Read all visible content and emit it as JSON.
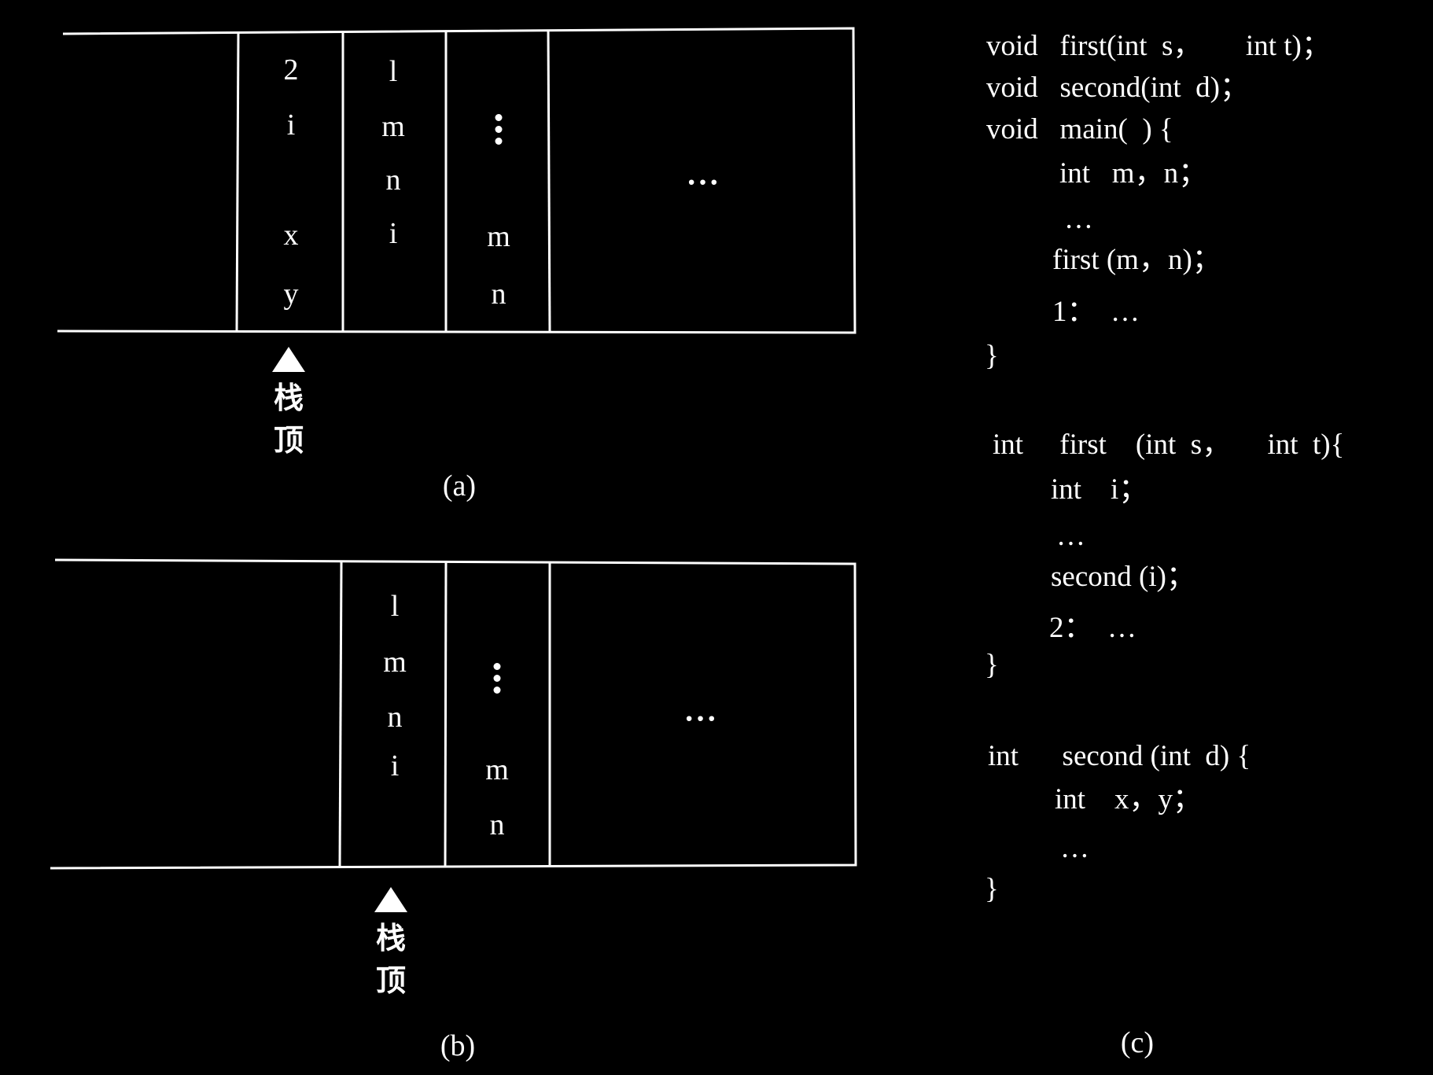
{
  "diagram_a": {
    "columns": [
      [
        "2",
        "i",
        "x",
        "y"
      ],
      [
        "l",
        "m",
        "n",
        "i"
      ],
      [
        "⋮",
        "m",
        "n"
      ],
      [
        "···"
      ]
    ],
    "stack_top_label": [
      "栈",
      "顶"
    ],
    "caption": "(a)"
  },
  "diagram_b": {
    "columns": [
      [
        "l",
        "m",
        "n",
        "i"
      ],
      [
        "⋮",
        "m",
        "n"
      ],
      [
        "···"
      ]
    ],
    "stack_top_label": [
      "栈",
      "顶"
    ],
    "caption": "(b)"
  },
  "code": {
    "lines": [
      "void   first(int  s，      int t)；",
      "void   second(int  d)；",
      "void   main(  ) {",
      "int   m，n；",
      "…",
      "first (m，n)；",
      "1：  …",
      "}",
      "int     first    (int  s，     int  t){",
      "int    i；",
      "…",
      "second (i)；",
      "2：  …",
      "}",
      "int      second (int  d) {",
      "int    x，y；",
      "…",
      "}"
    ],
    "caption": "(c)"
  }
}
